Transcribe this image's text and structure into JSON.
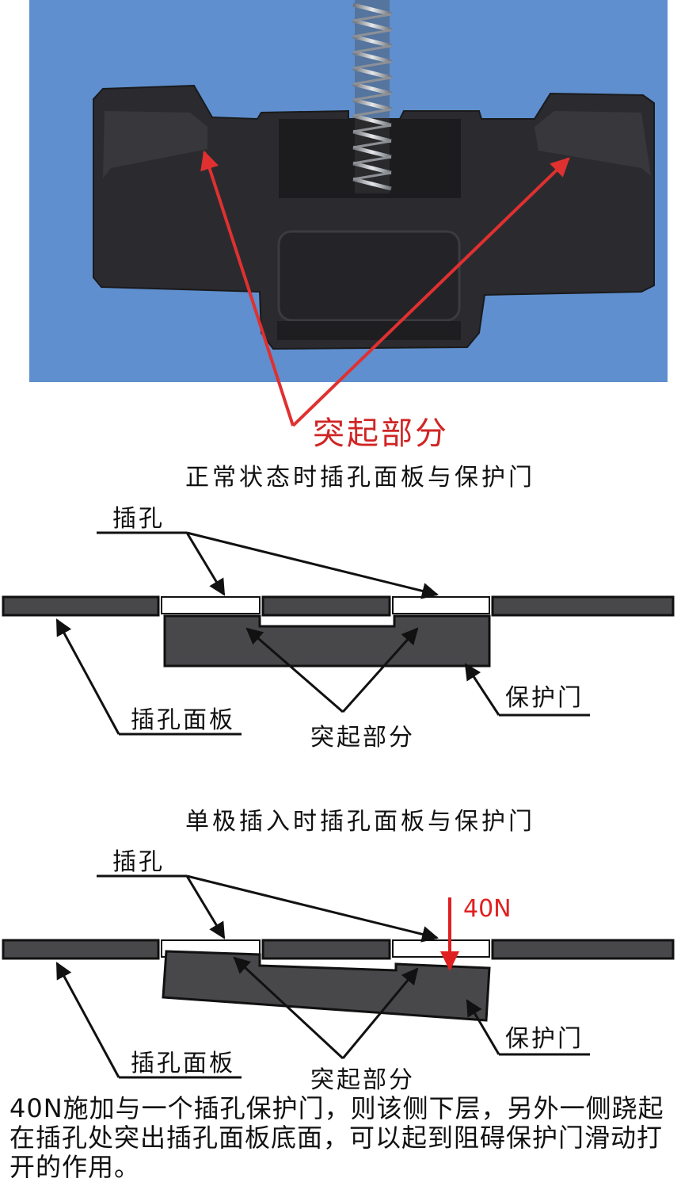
{
  "photo": {
    "callout_label": "突起部分",
    "background_color": "#5f8fce",
    "part_color": "#2b2b2f",
    "spring_color": "#bfc3c8",
    "arrow_color": "#e03030"
  },
  "diagram_normal": {
    "title": "正常状态时插孔面板与保护门",
    "label_hole": "插孔",
    "label_panel": "插孔面板",
    "label_protrusion": "突起部分",
    "label_door": "保护门"
  },
  "diagram_insert": {
    "title": "单极插入时插孔面板与保护门",
    "label_hole": "插孔",
    "label_panel": "插孔面板",
    "label_protrusion": "突起部分",
    "label_door": "保护门",
    "force_label": "40N"
  },
  "colors": {
    "panel_fill": "#48484b",
    "line": "#111111",
    "force": "#e02020"
  },
  "caption": {
    "text": "40N施加与一个插孔保护门，则该侧下层，另外一侧跷起在插孔处突出插孔面板底面，可以起到阻碍保护门滑动打开的作用。"
  }
}
